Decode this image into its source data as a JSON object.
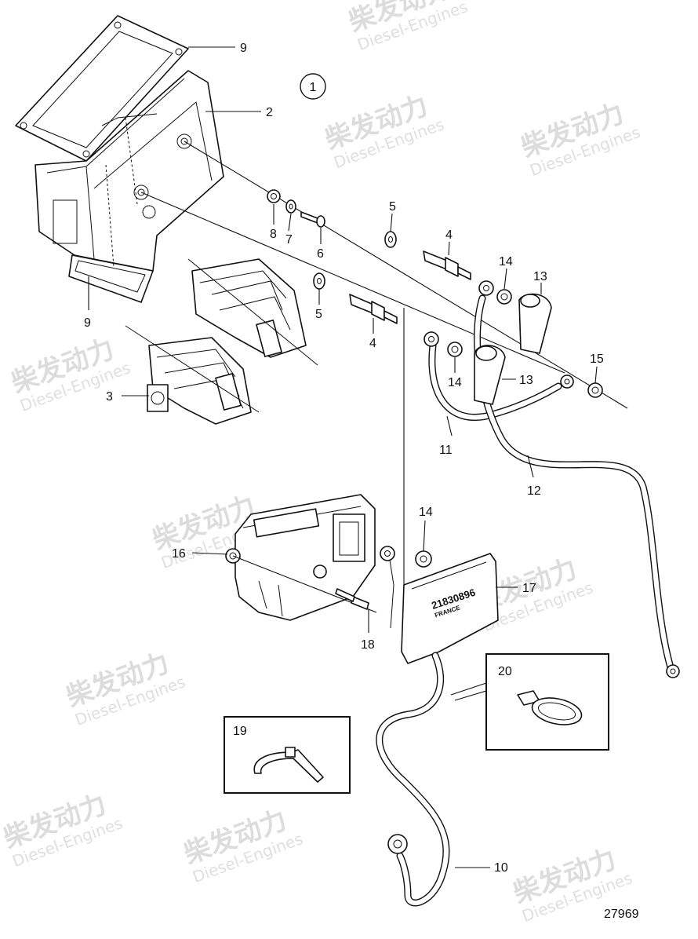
{
  "watermark": {
    "brand": "柴发动力",
    "sub": "Diesel-Engines"
  },
  "diagram": {
    "reference_number": "27969",
    "group_callout": "1",
    "module_label_line1": "21830896",
    "module_label_line2": "FRANCE"
  },
  "callouts": {
    "c9_top": "9",
    "c2": "2",
    "c8": "8",
    "c7": "7",
    "c6": "6",
    "c5_top": "5",
    "c4_top": "4",
    "c14_top": "14",
    "c13_top": "13",
    "c5_mid": "5",
    "c4_mid": "4",
    "c9_left": "9",
    "c14_mid": "14",
    "c13_mid": "13",
    "c15": "15",
    "c3": "3",
    "c11": "11",
    "c12": "12",
    "c14_low": "14",
    "c16": "16",
    "c17": "17",
    "c18": "18",
    "c20": "20",
    "c19": "19",
    "c10": "10"
  }
}
